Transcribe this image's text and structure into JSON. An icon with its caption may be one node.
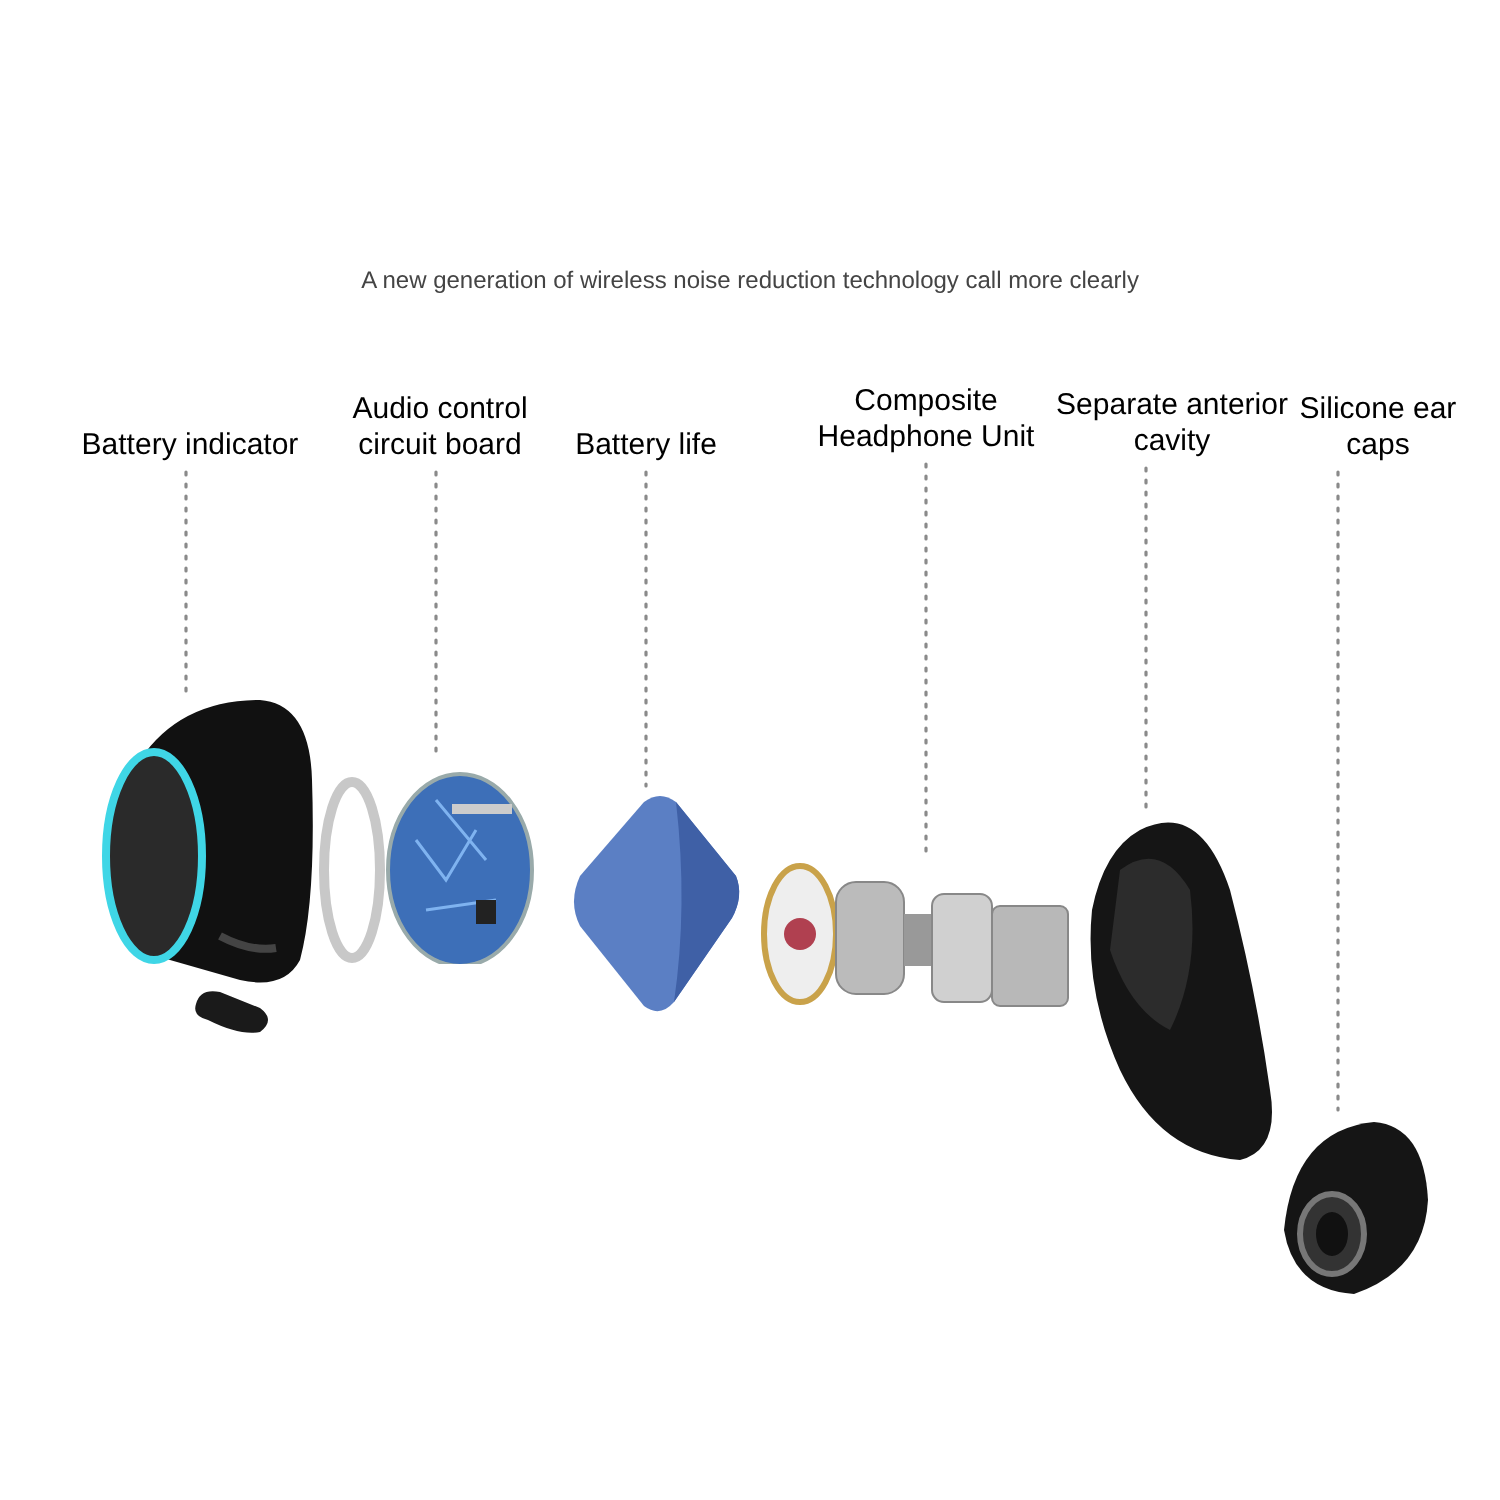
{
  "diagram": {
    "title": "A new generation of wireless noise reduction technology call more clearly",
    "nodes": [
      {
        "text": [
          "Battery indicator"
        ]
      },
      {
        "text": [
          "Audio control circuit board"
        ]
      },
      {
        "text": [
          "Battery life"
        ]
      },
      {
        "text": [
          "Composite Headphone Unit"
        ]
      },
      {
        "text": [
          "Separate anterior cavity"
        ]
      },
      {
        "text": [
          "Silicone ear caps"
        ]
      },
      {
        "text": [],
        "shape": "picture"
      },
      {
        "text": [],
        "shape": "picture"
      },
      {
        "text": [],
        "shape": "picture"
      },
      {
        "text": [],
        "shape": "picture"
      },
      {
        "text": [],
        "shape": "picture"
      },
      {
        "text": [],
        "shape": "picture"
      }
    ],
    "edges": [
      {
        "from": 0,
        "to": 6,
        "arrow": "none",
        "style": "dashed"
      },
      {
        "from": 1,
        "to": 7,
        "arrow": "none",
        "style": "dashed"
      },
      {
        "from": 2,
        "to": 8,
        "arrow": "none",
        "style": "dashed"
      },
      {
        "from": 3,
        "to": 9,
        "arrow": "none",
        "style": "dashed"
      },
      {
        "from": 4,
        "to": 10,
        "arrow": "none",
        "style": "dashed"
      },
      {
        "from": 5,
        "to": 11,
        "arrow": "none",
        "style": "dashed"
      }
    ]
  }
}
